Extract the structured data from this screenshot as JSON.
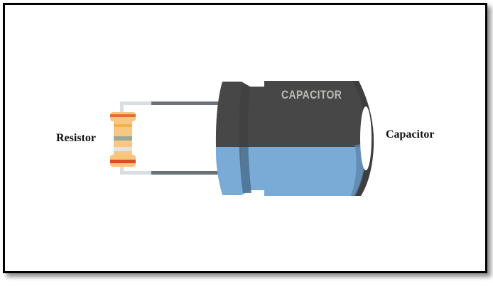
{
  "diagram": {
    "labels": {
      "resistor": "Resistor",
      "capacitor": "Capacitor"
    },
    "capacitor_body_text": "CAPACITOR",
    "components": [
      {
        "name": "Resistor",
        "type": "resistor",
        "band_colors": [
          "#e0542a",
          "#f6c06a",
          "#9aa898",
          "#e8e2dc",
          "#e04a2a"
        ],
        "body_color": "#f7c57a"
      },
      {
        "name": "Capacitor",
        "type": "electrolytic-capacitor",
        "top_color": "#474747",
        "bottom_color": "#7aaad6"
      }
    ],
    "connections": [
      {
        "from": "Resistor",
        "to": "Capacitor",
        "position": "top-lead"
      },
      {
        "from": "Resistor",
        "to": "Capacitor",
        "position": "bottom-lead"
      }
    ],
    "colors": {
      "frame_border": "#000000",
      "lead_light": "#d8dde2",
      "lead_dark": "#6b7178",
      "capacitor_dark": "#474747",
      "capacitor_blue": "#7aaad6"
    }
  }
}
